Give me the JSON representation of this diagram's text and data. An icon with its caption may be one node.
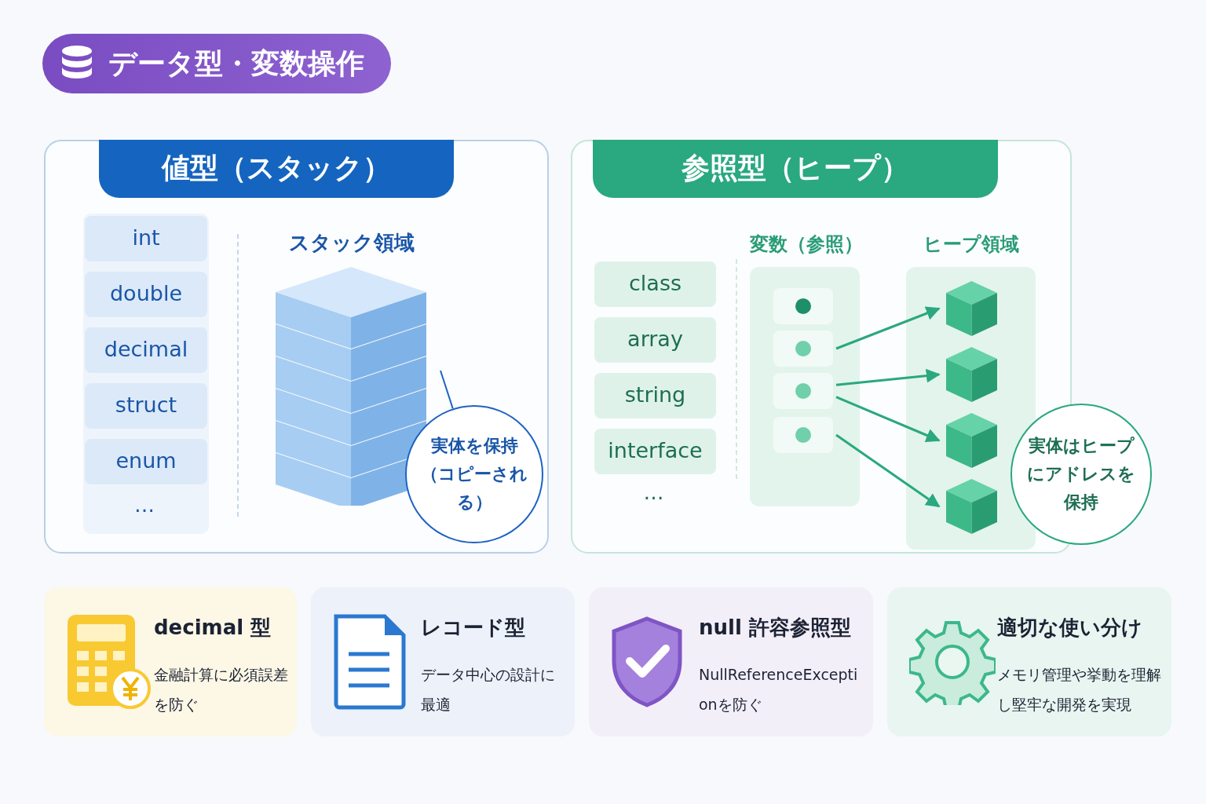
{
  "diagram": {
    "title": "データ型・変数操作",
    "nodes": [
      {
        "text": [
          "値型（スタック）"
        ]
      },
      {
        "text": [
          "int"
        ],
        "in": 0
      },
      {
        "text": [
          "double"
        ],
        "in": 0
      },
      {
        "text": [
          "decimal"
        ],
        "in": 0
      },
      {
        "text": [
          "struct"
        ],
        "in": 0
      },
      {
        "text": [
          "enum"
        ],
        "in": 0
      },
      {
        "text": [
          "スタック領域"
        ],
        "in": 0
      },
      {
        "text": [
          "実体を保持（コピーされる）"
        ],
        "in": 0
      },
      {
        "text": [
          "参照型（ヒープ）"
        ]
      },
      {
        "text": [
          "class"
        ],
        "in": 8
      },
      {
        "text": [
          "array"
        ],
        "in": 8
      },
      {
        "text": [
          "string"
        ],
        "in": 8
      },
      {
        "text": [
          "interface"
        ],
        "in": 8
      },
      {
        "text": [
          "変数（参照）"
        ],
        "in": 8
      },
      {
        "text": [],
        "shape": "box",
        "in": 13
      },
      {
        "text": [],
        "shape": "box",
        "in": 13
      },
      {
        "text": [],
        "shape": "box",
        "in": 13
      },
      {
        "text": [],
        "shape": "box",
        "in": 13
      },
      {
        "text": [
          "ヒープ領域"
        ],
        "in": 8
      },
      {
        "text": [],
        "shape": "cube",
        "in": 18
      },
      {
        "text": [],
        "shape": "cube",
        "in": 18
      },
      {
        "text": [],
        "shape": "cube",
        "in": 18
      },
      {
        "text": [],
        "shape": "cube",
        "in": 18
      },
      {
        "text": [
          "実体はヒープにアドレスを保持"
        ]
      },
      {
        "text": [
          "decimal 型",
          "金融計算に必須誤差を防ぐ"
        ]
      },
      {
        "text": [
          "レコード型",
          "データ中心の設計に最適"
        ]
      },
      {
        "text": [
          "null 許容参照型",
          "NullReferenceExceptionを防ぐ"
        ]
      },
      {
        "text": [
          "適切な使い分け",
          "メモリ管理や挙動を理解し堅牢な開発を実現"
        ]
      }
    ],
    "edges": [
      {
        "from": 7,
        "to": 6,
        "arrow": "none",
        "color": "#1e63c4"
      },
      {
        "from": 15,
        "to": 19,
        "arrow": "to"
      },
      {
        "from": 16,
        "to": 20,
        "arrow": "to"
      },
      {
        "from": 16,
        "to": 21,
        "arrow": "to"
      },
      {
        "from": 17,
        "to": 22,
        "arrow": "to"
      }
    ],
    "labels": [
      "…",
      "…"
    ]
  }
}
